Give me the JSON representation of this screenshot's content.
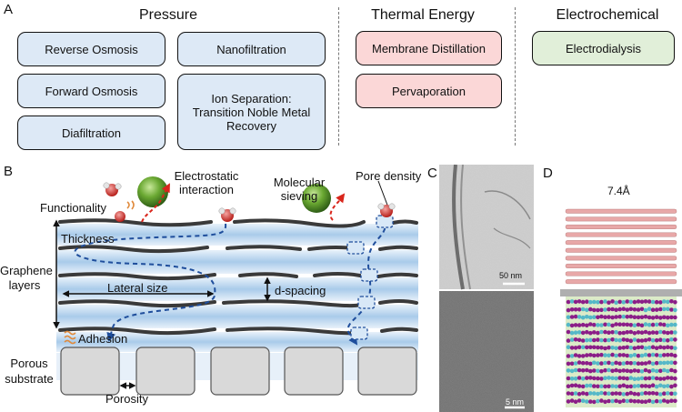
{
  "panel_a": {
    "letter": "A",
    "categories": [
      {
        "heading": "Pressure",
        "items": [
          "Reverse Osmosis",
          "Nanofiltration",
          "Forward Osmosis",
          "Ion Separation: Transition Noble Metal Recovery",
          "Diafiltration"
        ]
      },
      {
        "heading": "Thermal Energy",
        "items": [
          "Membrane Distillation",
          "Pervaporation"
        ]
      },
      {
        "heading": "Electrochemical",
        "items": [
          "Electrodialysis"
        ]
      }
    ]
  },
  "panel_b": {
    "letter": "B",
    "labels": {
      "functionality": "Functionality",
      "electrostatic": "Electrostatic interaction",
      "molecular_sieving": "Molecular sieving",
      "pore_density": "Pore density",
      "thickness": "Thickness",
      "graphene_layers": "Graphene layers",
      "lateral_size": "Lateral size",
      "d_spacing": "d-spacing",
      "adhesion": "Adhesion",
      "porous_substrate": "Porous substrate",
      "porosity": "Porosity"
    },
    "colors": {
      "band": "#bcd7ef",
      "sheet": "#3a3a3a",
      "path": "#1f4e9c",
      "arrow": "#d9261c",
      "sphere": "#5a9a2e",
      "substrate": "#d9d9d9"
    }
  },
  "panel_c": {
    "letter": "C",
    "scale_top": "50 nm",
    "scale_bottom": "5 nm"
  },
  "panel_d": {
    "letter": "D",
    "spacing_label": "7.4Å",
    "colors": {
      "rod": "#e8a8a8",
      "atom_purple": "#8b1e88",
      "atom_cyan": "#55b8c8",
      "background": "#dcebc8"
    }
  }
}
